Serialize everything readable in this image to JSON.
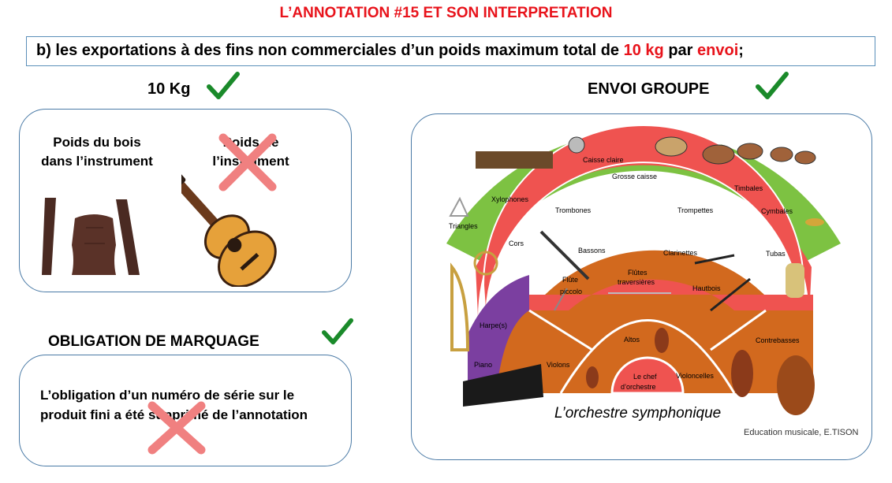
{
  "title": "L’ANNOTATION #15 ET SON INTERPRETATION",
  "quote": {
    "prefix": "b)  les exportations à des fins non commerciales d’un poids maximum total de ",
    "weight": "10 kg",
    "mid": " par ",
    "envoi": "envoi",
    "suffix": ";"
  },
  "left_heading": "10 Kg",
  "right_heading": "ENVOI GROUPE",
  "weight_box": {
    "wood_label_1": "Poids du bois",
    "wood_label_2": "dans l’instrument",
    "instr_label_1": "Poids de",
    "instr_label_2": "l’instrument"
  },
  "marking_heading": "OBLIGATION DE MARQUAGE",
  "marking_box": {
    "line1": "L’obligation d’un numéro de série sur le",
    "line2": "produit fini a été supprimé de l’annotation"
  },
  "orchestra": {
    "caption": "L’orchestre symphonique",
    "credit": "Education musicale, E.TISON",
    "sections": {
      "caisse_claire": "Caisse claire",
      "grosse_caisse": "Grosse caisse",
      "timbales": "Timbales",
      "xylophones": "Xylophones",
      "cymbales": "Cymbales",
      "triangles": "Triangles",
      "trombones": "Trombones",
      "trompettes": "Trompettes",
      "cors": "Cors",
      "tubas": "Tubas",
      "bassons": "Bassons",
      "clarinettes": "Clarinettes",
      "flutes_1": "Flûtes",
      "flutes_2": "traversières",
      "flute_piccolo_1": "Flûte",
      "flute_piccolo_2": "piccolo",
      "hautbois": "Hautbois",
      "harpes": "Harpe(s)",
      "piano": "Piano",
      "violons": "Violons",
      "altos": "Altos",
      "violoncelles": "Violoncelles",
      "contrebasses": "Contrebasses",
      "chef_1": "Le chef",
      "chef_2": "d’orchestre"
    }
  },
  "colors": {
    "title_red": "#e8131b",
    "check_green": "#1a8a2a",
    "cross_pink": "#f08080",
    "percussion_green": "#7dc242",
    "brass_red": "#ef5350",
    "strings_orange": "#d2691e",
    "harp_purple": "#7b3fa0"
  }
}
